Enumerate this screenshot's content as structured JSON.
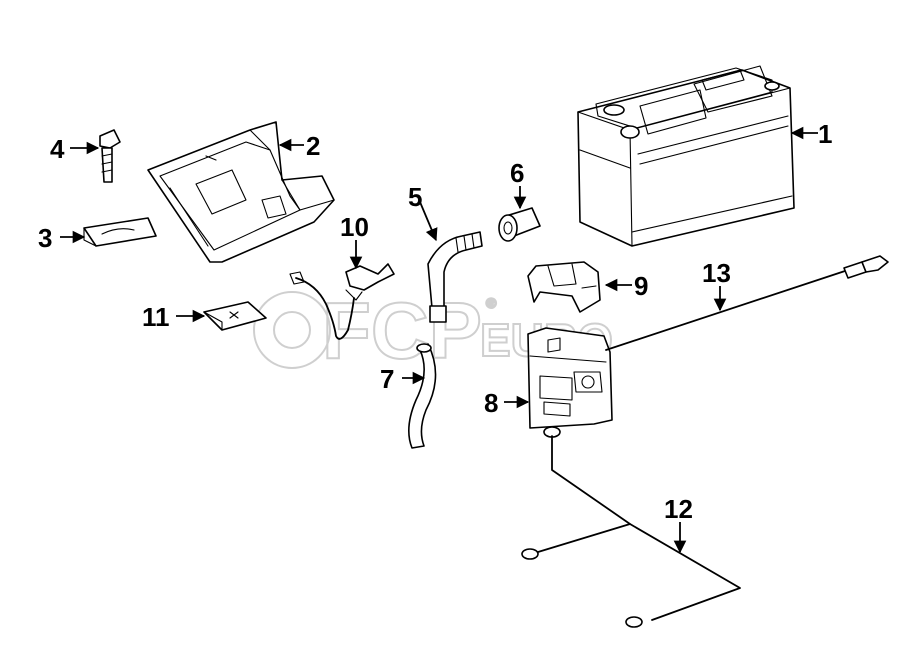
{
  "watermark": {
    "brand": "FCP",
    "suffix": "EURO",
    "registered": "®"
  },
  "callouts": {
    "c1": "1",
    "c2": "2",
    "c3": "3",
    "c4": "4",
    "c5": "5",
    "c6": "6",
    "c7": "7",
    "c8": "8",
    "c9": "9",
    "c10": "10",
    "c11": "11",
    "c12": "12",
    "c13": "13"
  }
}
